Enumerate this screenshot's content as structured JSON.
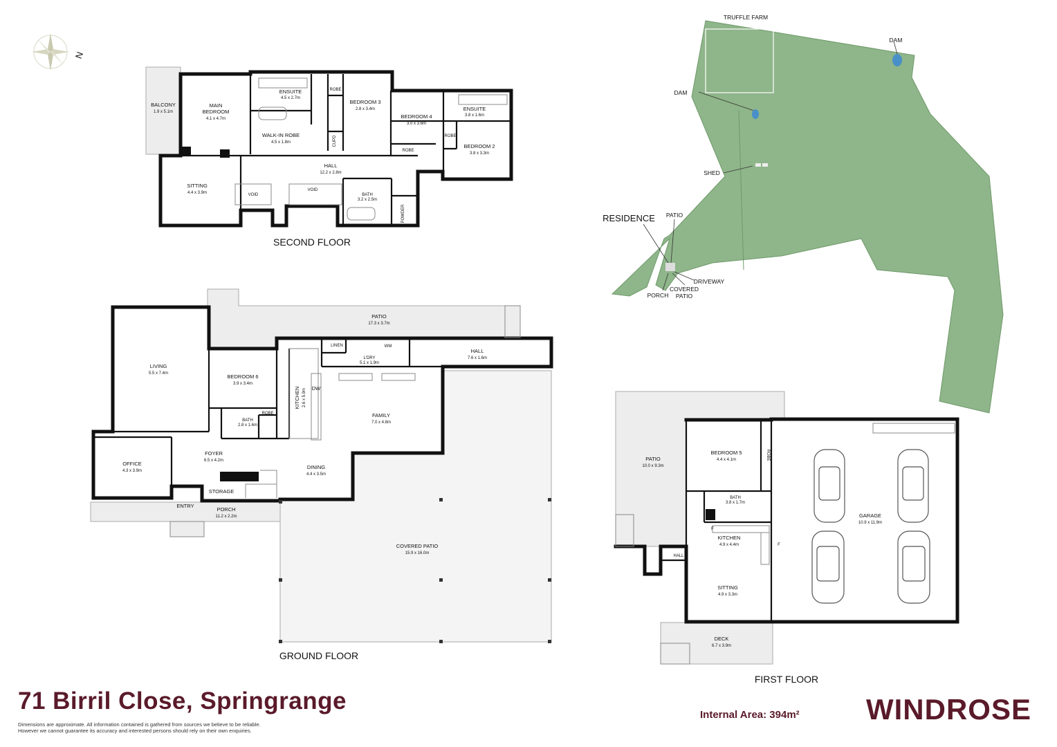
{
  "property": {
    "address": "71 Birril Close, Springrange",
    "internal_area": "Internal Area: 394m²",
    "brand": "WINDROSE",
    "disclaimer_line1": "Dimensions are approximate. All information contained is gathered from sources we believe to be reliable.",
    "disclaimer_line2": "However we cannot guarantee its accuracy and interested persons should rely on their own enquiries."
  },
  "compass": {
    "label": "N"
  },
  "floors": {
    "second": {
      "title": "SECOND FLOOR",
      "rooms": {
        "balcony": {
          "name": "BALCONY",
          "dims": "1.9 x 5.1m"
        },
        "main_bedroom": {
          "name": "MAIN",
          "name2": "BEDROOM",
          "dims": "4.1 x 4.7m"
        },
        "ensuite1": {
          "name": "ENSUITE",
          "dims": "4.5 x 2.7m"
        },
        "walkin_robe": {
          "name": "WALK-IN ROBE",
          "dims": "4.5 x 1.8m"
        },
        "robe1": {
          "name": "ROBE"
        },
        "cupd": {
          "name": "CUPD"
        },
        "bedroom3": {
          "name": "BEDROOM 3",
          "dims": "2.8 x 3.4m"
        },
        "bedroom4": {
          "name": "BEDROOM 4",
          "dims": "3.0 x 3.6m"
        },
        "robe2": {
          "name": "ROBE"
        },
        "ensuite2": {
          "name": "ENSUITE",
          "dims": "3.8 x 1.6m"
        },
        "robe3": {
          "name": "ROBE"
        },
        "bedroom2": {
          "name": "BEDROOM 2",
          "dims": "3.8 x 3.3m"
        },
        "hall": {
          "name": "HALL",
          "dims": "12.2 x 2.8m"
        },
        "sitting": {
          "name": "SITTING",
          "dims": "4.4 x 3.9m"
        },
        "void1": {
          "name": "VOID"
        },
        "void2": {
          "name": "VOID"
        },
        "bath": {
          "name": "BATH",
          "dims": "3.2 x 2.5m"
        },
        "powder": {
          "name": "POWDER"
        }
      }
    },
    "ground": {
      "title": "GROUND FLOOR",
      "rooms": {
        "patio": {
          "name": "PATIO",
          "dims": "17.3 x 3.7m"
        },
        "living": {
          "name": "LIVING",
          "dims": "5.5 x 7.4m"
        },
        "bedroom6": {
          "name": "BEDROOM 6",
          "dims": "3.9 x 3.4m"
        },
        "robe": {
          "name": "ROBE"
        },
        "bath": {
          "name": "BATH",
          "dims": "2.8 x 1.6m"
        },
        "kitchen": {
          "name": "KITCHEN",
          "dims": "2.6 x 5.9m"
        },
        "dw": {
          "name": "DW"
        },
        "linen": {
          "name": "LINEN"
        },
        "ldry": {
          "name": "L'DRY",
          "dims": "5.1 x 1.9m"
        },
        "wm": {
          "name": "WM"
        },
        "hall": {
          "name": "HALL",
          "dims": "7.6 x 1.6m"
        },
        "family": {
          "name": "FAMILY",
          "dims": "7.0 x 4.8m"
        },
        "office": {
          "name": "OFFICE",
          "dims": "4.3 x 3.9m"
        },
        "foyer": {
          "name": "FOYER",
          "dims": "6.5 x 4.2m"
        },
        "dining": {
          "name": "DINING",
          "dims": "4.4 x 3.5m"
        },
        "storage": {
          "name": "STORAGE"
        },
        "entry": {
          "name": "ENTRY"
        },
        "porch": {
          "name": "PORCH",
          "dims": "11.2 x 2.2m"
        },
        "covered_patio": {
          "name": "COVERED PATIO",
          "dims": "15.9 x 16.0m"
        }
      }
    },
    "first": {
      "title": "FIRST FLOOR",
      "rooms": {
        "patio": {
          "name": "PATIO",
          "dims": "10.0 x 9.3m"
        },
        "bedroom5": {
          "name": "BEDROOM 5",
          "dims": "4.4 x 4.1m"
        },
        "robe": {
          "name": "ROBE"
        },
        "bath": {
          "name": "BATH",
          "dims": "3.8 x 1.7m"
        },
        "kitchen": {
          "name": "KITCHEN",
          "dims": "4.9 x 4.4m"
        },
        "f1": {
          "name": "F"
        },
        "f2": {
          "name": "F"
        },
        "hall": {
          "name": "HALL"
        },
        "sitting": {
          "name": "SITTING",
          "dims": "4.9 x 3.3m"
        },
        "garage": {
          "name": "GARAGE",
          "dims": "10.9 x 11.9m"
        },
        "deck": {
          "name": "DECK",
          "dims": "6.7 x 3.9m"
        }
      }
    }
  },
  "site_plan": {
    "truffle_farm": "TRUFFLE FARM",
    "dam1": "DAM",
    "dam2": "DAM",
    "shed": "SHED",
    "residence": "RESIDENCE",
    "patio": "PATIO",
    "driveway": "DRIVEWAY",
    "porch": "PORCH",
    "covered_patio_l1": "COVERED",
    "covered_patio_l2": "PATIO",
    "land_color": "#8fb58a",
    "dam_color": "#4a90c8"
  }
}
